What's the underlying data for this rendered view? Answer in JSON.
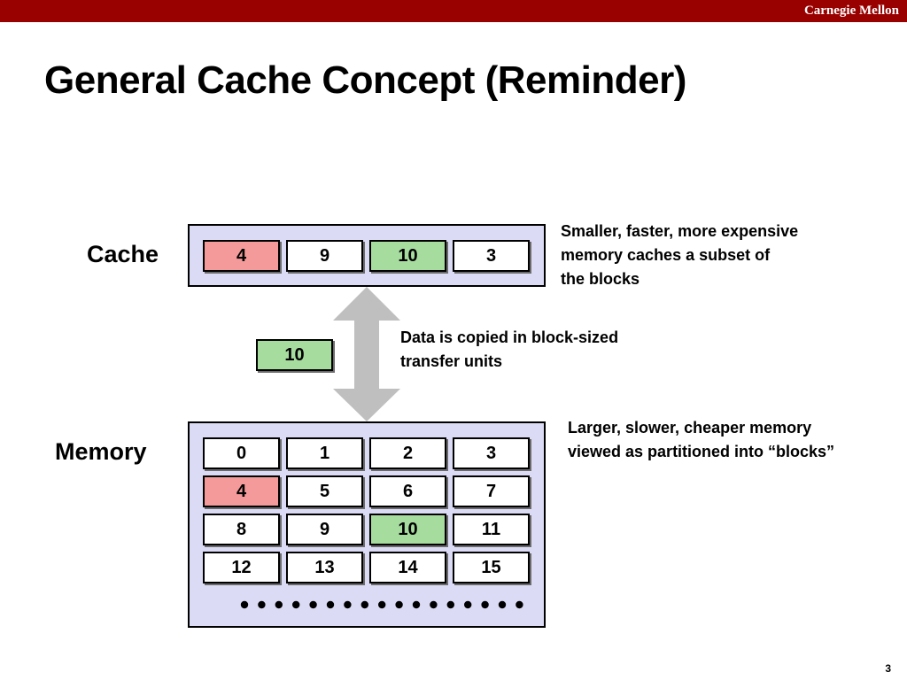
{
  "header": {
    "brand": "Carnegie Mellon",
    "accent_color": "#990000"
  },
  "slide": {
    "title": "General Cache Concept (Reminder)",
    "page_number": "3"
  },
  "cache": {
    "label": "Cache",
    "blocks": [
      "4",
      "9",
      "10",
      "3"
    ],
    "highlight": {
      "red": "4",
      "green": "10"
    }
  },
  "transfer": {
    "block": "10",
    "arrow_icon": "double-arrow-vertical"
  },
  "memory": {
    "label": "Memory",
    "blocks": [
      "0",
      "1",
      "2",
      "3",
      "4",
      "5",
      "6",
      "7",
      "8",
      "9",
      "10",
      "11",
      "12",
      "13",
      "14",
      "15"
    ],
    "continuation_icon": "ellipsis-dots"
  },
  "notes": {
    "cache_lines": [
      "Smaller, faster, more expensive",
      "memory caches a  subset of",
      "the blocks"
    ],
    "transfer_lines": [
      "Data is copied in block-sized",
      "transfer units"
    ],
    "memory_lines": [
      "Larger, slower, cheaper memory",
      "viewed as partitioned into “blocks”"
    ]
  },
  "colors": {
    "panel_fill": "#dbdbf5",
    "highlight_red": "#f59a9a",
    "highlight_green": "#a7dc9f",
    "arrow_gray": "#bfbfbf"
  }
}
